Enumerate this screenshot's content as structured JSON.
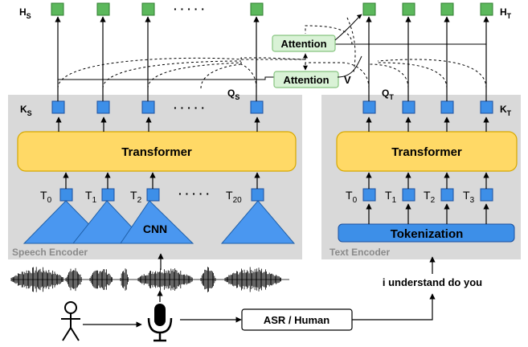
{
  "speech_encoder": {
    "label": "Speech Encoder",
    "transformer_label": "Transformer",
    "cnn_label": "CNN",
    "ellipsis": "· · · · ·",
    "h_label": {
      "main": "H",
      "sub": "S"
    },
    "k_label": {
      "main": "K",
      "sub": "S"
    },
    "q_label": {
      "main": "Q",
      "sub": "S"
    },
    "tokens": [
      {
        "main": "T",
        "sub": "0"
      },
      {
        "main": "T",
        "sub": "1"
      },
      {
        "main": "T",
        "sub": "2"
      },
      {
        "main": "T",
        "sub": "20"
      }
    ]
  },
  "text_encoder": {
    "label": "Text Encoder",
    "transformer_label": "Transformer",
    "tokenization_label": "Tokenization",
    "h_label": {
      "main": "H",
      "sub": "T"
    },
    "k_label": {
      "main": "K",
      "sub": "T"
    },
    "q_label": {
      "main": "Q",
      "sub": "T"
    },
    "tokens": [
      {
        "main": "T",
        "sub": "0"
      },
      {
        "main": "T",
        "sub": "1"
      },
      {
        "main": "T",
        "sub": "2"
      },
      {
        "main": "T",
        "sub": "3"
      }
    ]
  },
  "attention": {
    "top_label": "Attention",
    "bottom_label": "Attention",
    "v_label": "V"
  },
  "pipeline": {
    "asr_label": "ASR / Human",
    "transcript": "i understand do you"
  },
  "icons": [
    "person-icon",
    "microphone-icon",
    "waveform-icon"
  ],
  "colors": {
    "output_node": "#5cb85c",
    "token_node": "#3d8fe8",
    "cnn_fill": "#4a97f0",
    "tokenization_fill": "#3d8fe8",
    "transformer_fill": "#ffd966",
    "transformer_stroke": "#d6a800",
    "attention_fill": "#d9f2d6",
    "attention_stroke": "#86c47f",
    "encoder_panel": "#d9d9d9"
  }
}
